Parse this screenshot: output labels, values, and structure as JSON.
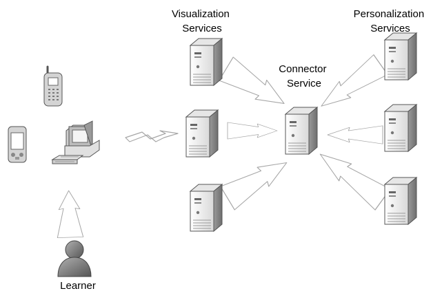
{
  "labels": {
    "visualization_services": [
      "Visualization",
      "Services"
    ],
    "personalization_services": [
      "Personalization",
      "Services"
    ],
    "connector_service": [
      "Connector",
      "Service"
    ],
    "learner": "Learner"
  },
  "colors": {
    "server_light": "#f2f2f2",
    "server_mid": "#c8c8c8",
    "server_dark": "#8a8a8a",
    "arrow_stroke": "#a6a6a6",
    "person_fill": "#7a7a7a"
  },
  "icons": {
    "server": "server-icon",
    "phone": "mobile-phone-icon",
    "pda": "pda-icon",
    "computer": "desktop-computer-icon",
    "person": "learner-person-icon",
    "wireless": "wireless-link-icon"
  }
}
